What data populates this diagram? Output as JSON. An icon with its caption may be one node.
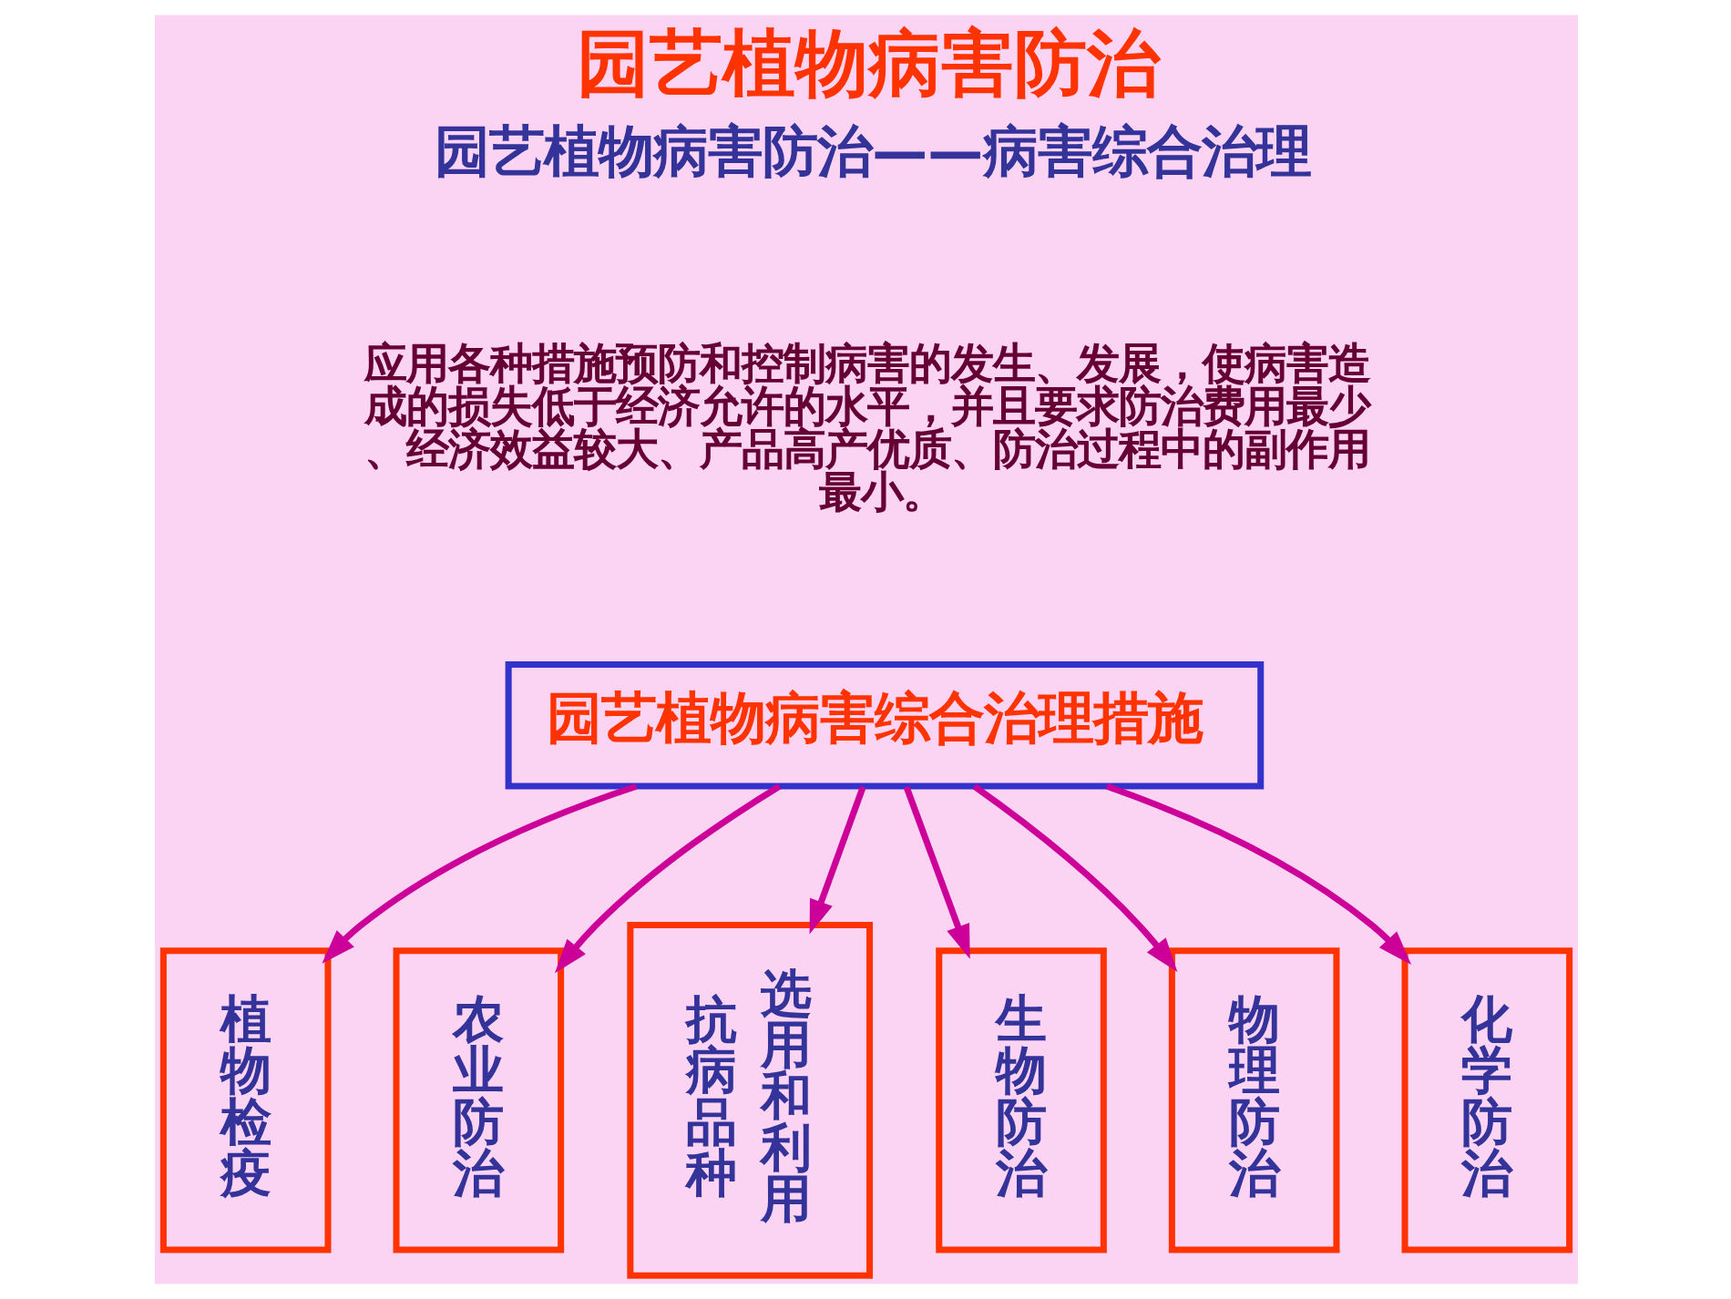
{
  "diagram": {
    "title": "园艺植物病害防治",
    "nodes": [
      {
        "text": [
          "园艺植物病害综合治理措施"
        ]
      },
      {
        "text": [
          "植物检疫"
        ]
      },
      {
        "text": [
          "农业防治"
        ]
      },
      {
        "text": [
          "抗病品种",
          "选用和利用"
        ]
      },
      {
        "text": [
          "生物防治"
        ]
      },
      {
        "text": [
          "物理防治"
        ]
      },
      {
        "text": [
          "化学防治"
        ]
      }
    ],
    "edges": [
      {
        "from": 0,
        "to": 1,
        "arrow": "to"
      },
      {
        "from": 0,
        "to": 2,
        "arrow": "to"
      },
      {
        "from": 0,
        "to": 3,
        "arrow": "to"
      },
      {
        "from": 0,
        "to": 4,
        "arrow": "to"
      },
      {
        "from": 0,
        "to": 5,
        "arrow": "to"
      },
      {
        "from": 0,
        "to": 6,
        "arrow": "to"
      }
    ],
    "labels": [
      "园艺植物病害防治——病害综合治理",
      "应用各种措施预防和控制病害的发生、发展，使病害造成的损失低于经济允许的水平，并且要求防治费用最少、经济效益较大、产品高产优质、防治过程中的副作用最小。"
    ]
  }
}
